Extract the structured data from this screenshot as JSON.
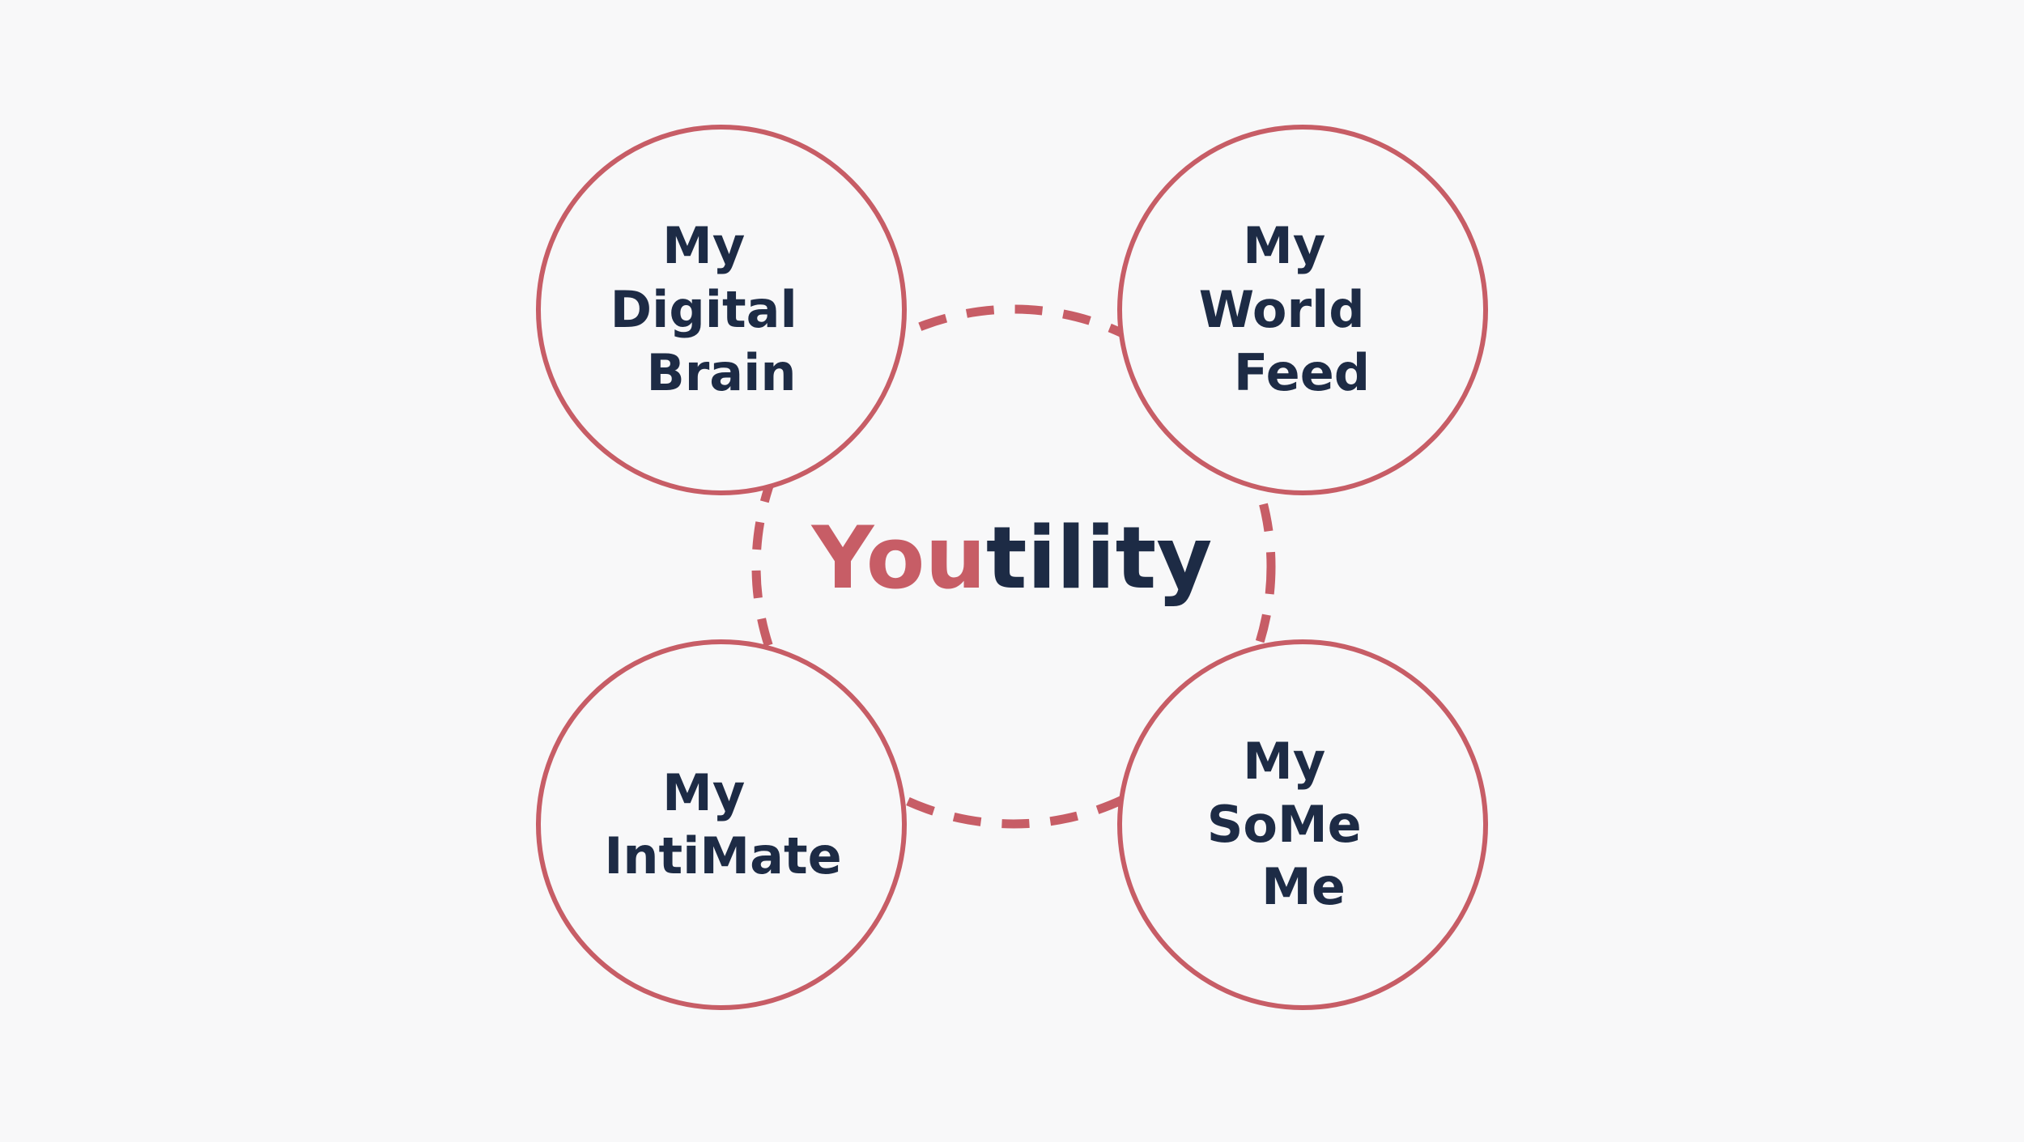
{
  "colors": {
    "background": "#f8f8f9",
    "circle_stroke": "#c75d66",
    "text_dark": "#1d2b45",
    "accent": "#c75d66"
  },
  "center": {
    "accent_part": "You",
    "rest_part": "tility"
  },
  "nodes": [
    {
      "id": "digital-brain",
      "lines": [
        "My",
        "Digital",
        "Brain"
      ]
    },
    {
      "id": "world-feed",
      "lines": [
        "My",
        "World",
        "Feed"
      ]
    },
    {
      "id": "intimate",
      "lines": [
        "My",
        "IntiMate"
      ]
    },
    {
      "id": "some-me",
      "lines": [
        "My",
        "SoMe",
        "Me"
      ]
    }
  ]
}
